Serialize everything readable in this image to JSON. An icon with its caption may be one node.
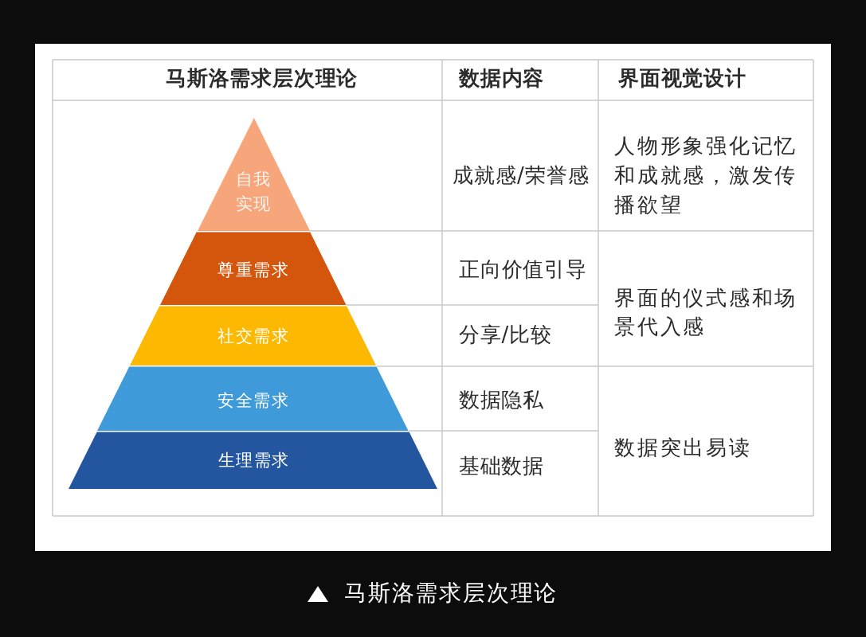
{
  "diagram": {
    "caption": "马斯洛需求层次理论",
    "nodes": [
      {
        "text": [
          "自我实现"
        ]
      },
      {
        "text": [
          "尊重需求"
        ]
      },
      {
        "text": [
          "社交需求"
        ]
      },
      {
        "text": [
          "安全需求"
        ]
      },
      {
        "text": [
          "生理需求"
        ]
      }
    ],
    "labels": [
      "马斯洛需求层次理论",
      "数据内容",
      "界面视觉设计",
      "成就感/荣誉感",
      "人物形象强化记忆和成就感，激发传播欲望",
      "正向价值引导",
      "界面的仪式感和场景代入感",
      "分享/比较",
      "数据隐私",
      "数据突出易读",
      "基础数据"
    ]
  }
}
